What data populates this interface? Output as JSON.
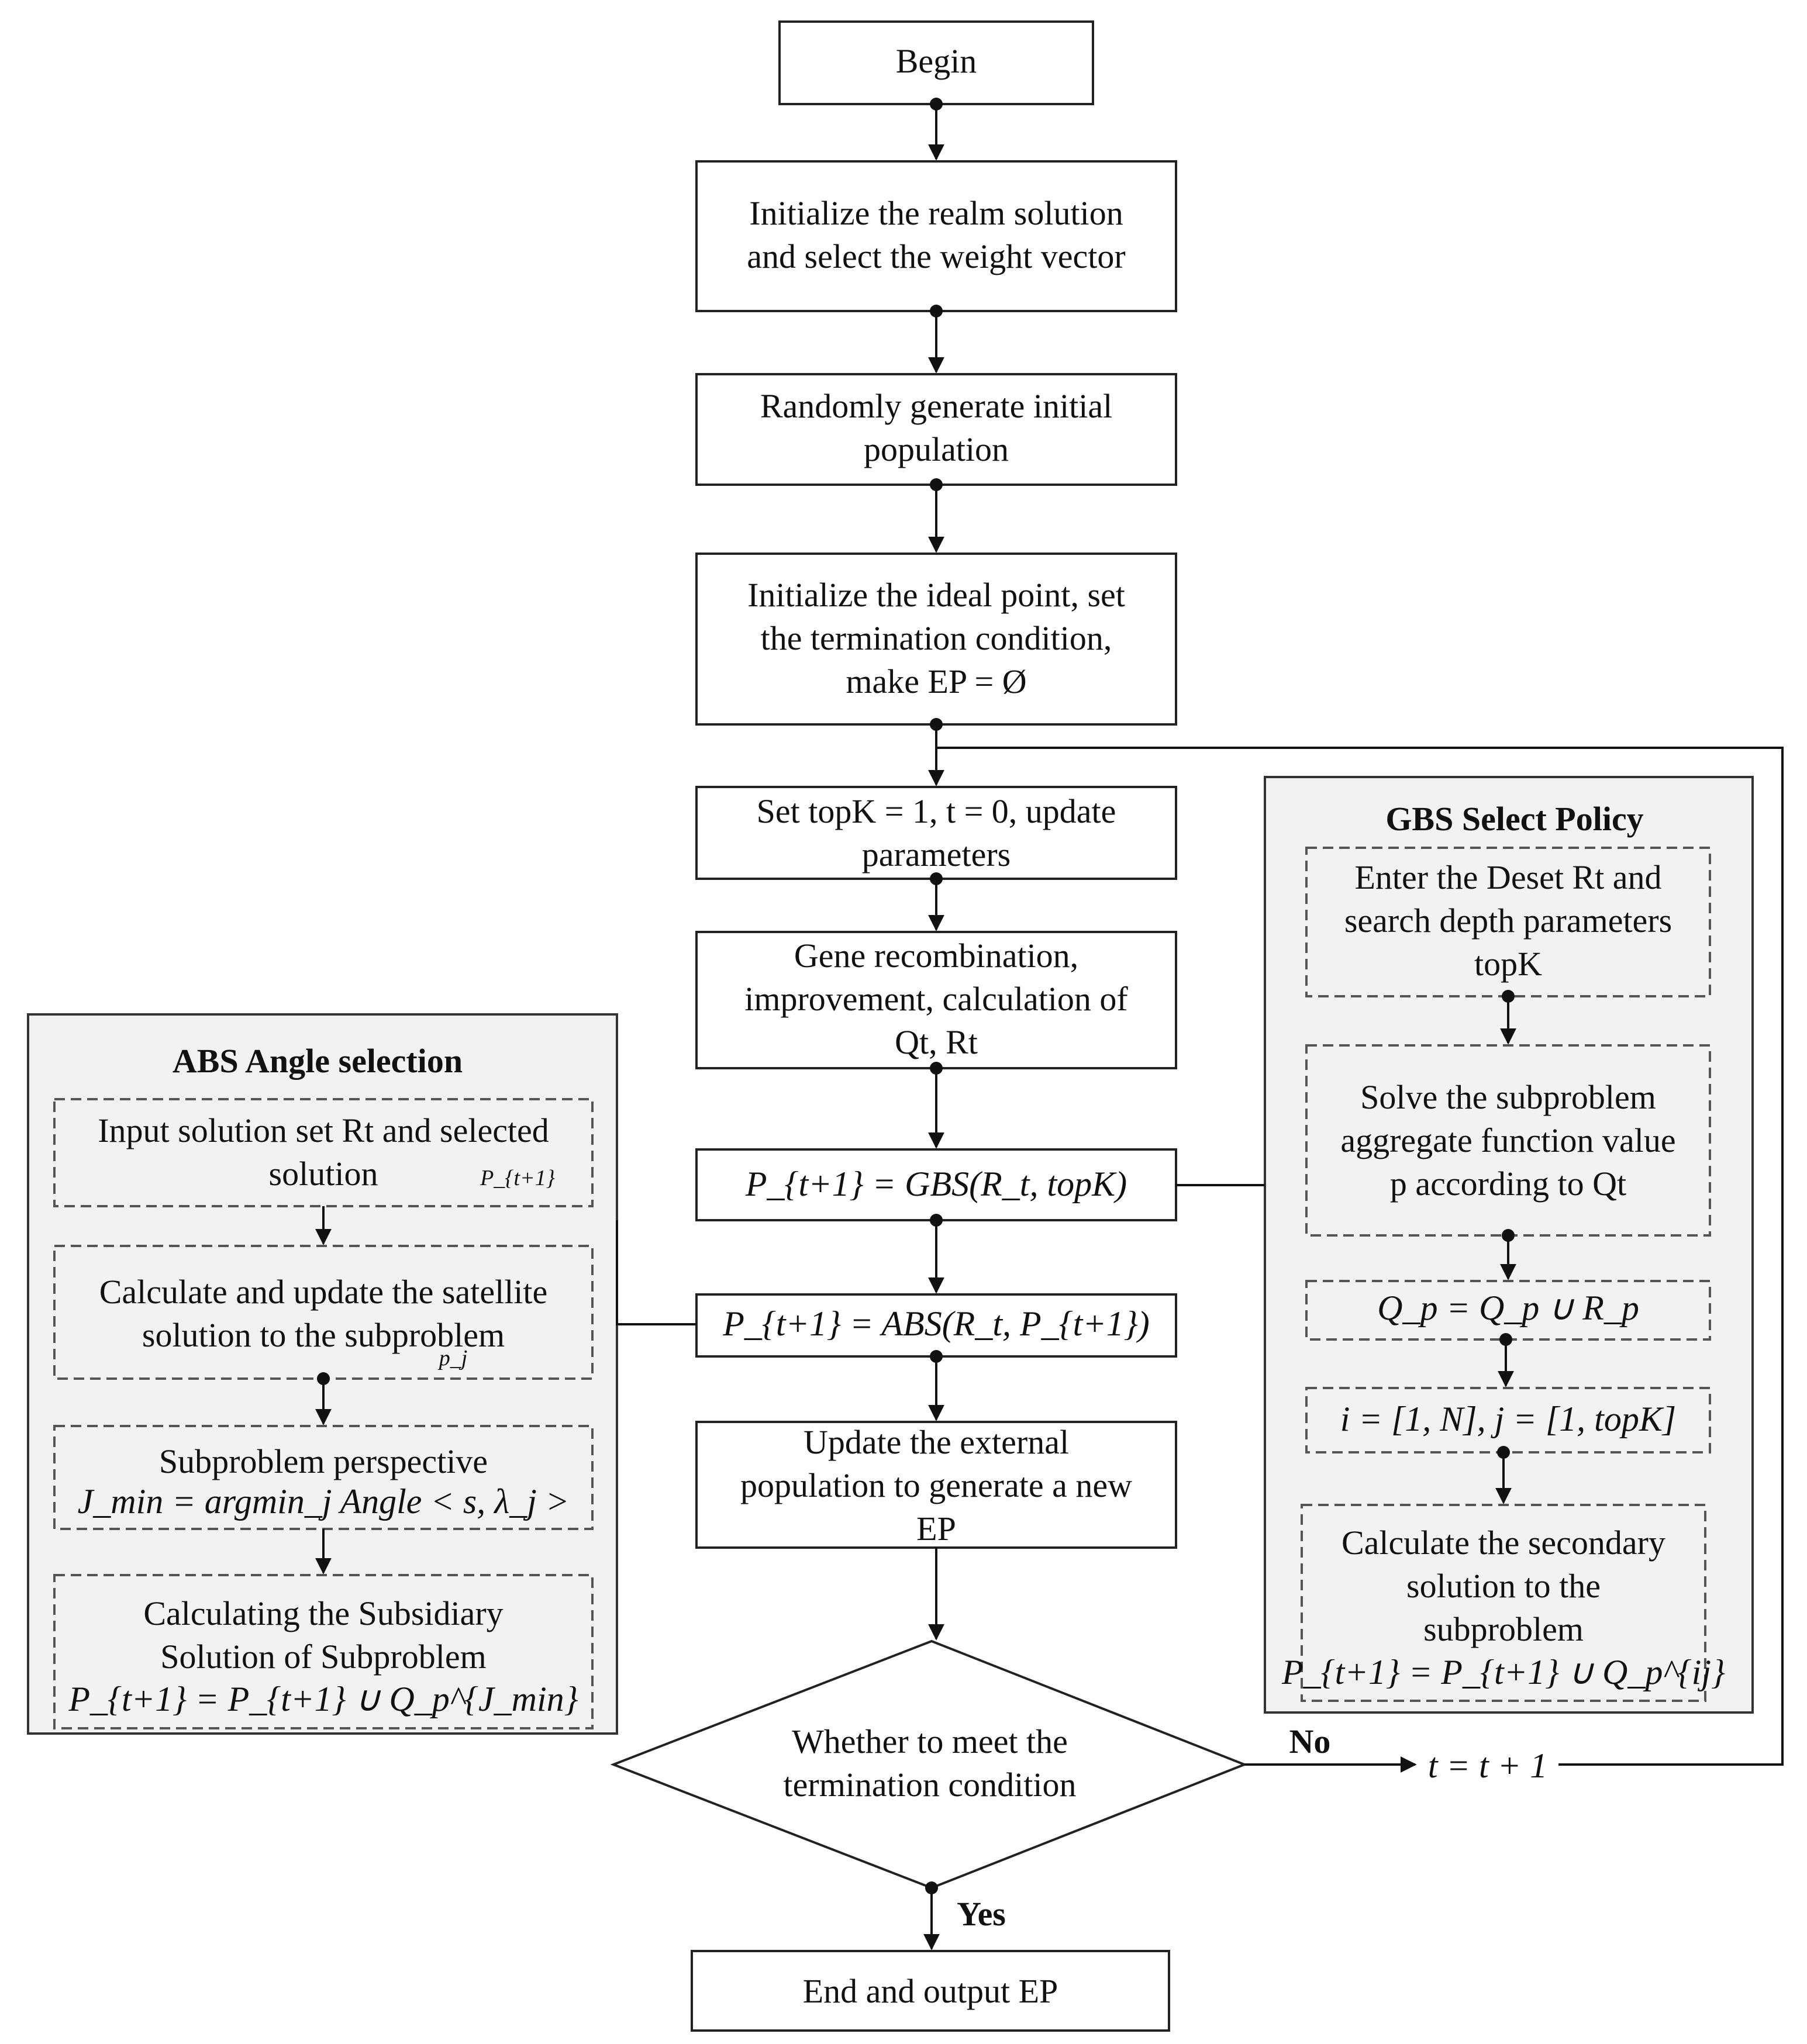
{
  "main": {
    "begin": "Begin",
    "init_realm": [
      "Initialize the realm solution",
      "and select the weight vector"
    ],
    "random_pop": [
      "Randomly generate initial",
      "population"
    ],
    "init_ideal": [
      "Initialize the ideal point, set",
      "the termination condition,",
      "make EP = Ø"
    ],
    "set_topk": [
      "Set topK = 1, t = 0, update",
      "parameters"
    ],
    "gene": [
      "Gene recombination,",
      "improvement, calculation of",
      "Qt, Rt"
    ],
    "gbs_formula": "P_{t+1} = GBS(R_t, topK)",
    "abs_formula": "P_{t+1} = ABS(R_t, P_{t+1})",
    "update_ep": [
      "Update the external",
      "population to generate a new",
      "EP"
    ],
    "decision": [
      "Whether to meet the",
      "termination condition"
    ],
    "no_label": "No",
    "yes_label": "Yes",
    "increment": "t = t + 1",
    "end": "End and output EP"
  },
  "abs_panel": {
    "title": "ABS Angle selection",
    "step1": [
      "Input solution set Rt and selected",
      "solution"
    ],
    "step1_symbol": "P_{t+1}",
    "step2": [
      "Calculate and update the satellite",
      "solution to the subproblem"
    ],
    "step2_symbol": "p_j",
    "step3_title": "Subproblem perspective",
    "step3_formula": "J_min = argmin_j Angle < s, λ_j >",
    "step4": [
      "Calculating the Subsidiary",
      "Solution of Subproblem"
    ],
    "step4_formula": "P_{t+1} = P_{t+1} ∪ Q_p^{J_min}"
  },
  "gbs_panel": {
    "title": "GBS Select Policy",
    "step1": [
      "Enter the Deset Rt and",
      "search depth parameters",
      "topK"
    ],
    "step2": [
      "Solve the subproblem",
      "aggregate function value",
      "p according to Qt"
    ],
    "step3_formula": "Q_p = Q_p ∪ R_p",
    "step4_formula": "i = [1, N], j = [1, topK]",
    "step5": [
      "Calculate the secondary",
      "solution to the",
      "subproblem"
    ],
    "step5_formula": "P_{t+1} = P_{t+1} ∪ Q_p^{ij}"
  }
}
